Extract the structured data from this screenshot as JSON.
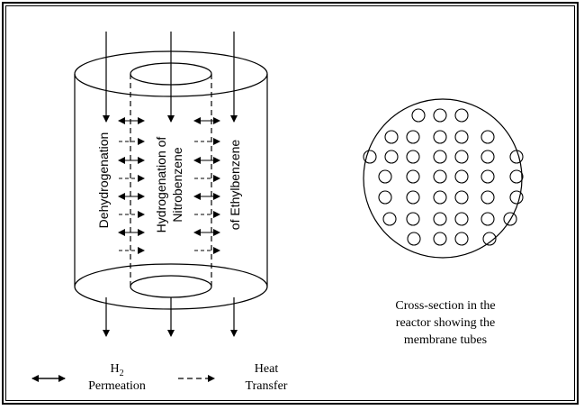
{
  "reactor": {
    "label_left": "Dehydrogenation",
    "label_middle_line1": "Hydrogenation of",
    "label_middle_line2": "Nitrobenzene",
    "label_right": "of Ethylbenzene"
  },
  "cross_section": {
    "caption_line1": "Cross-section in the",
    "caption_line2": "reactor showing the",
    "caption_line3": "membrane tubes"
  },
  "legend": {
    "h2_label_main": "H",
    "h2_label_sub": "2",
    "h2_label_line2": "Permeation",
    "heat_label_line1": "Heat",
    "heat_label_line2": "Transfer"
  }
}
